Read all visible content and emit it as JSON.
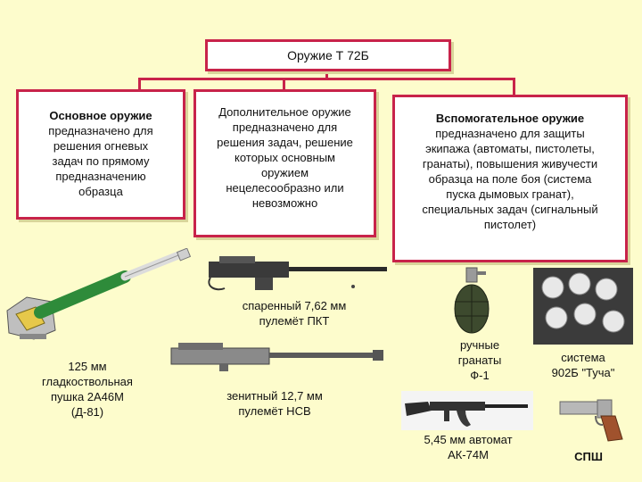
{
  "title": "Оружие Т 72Б",
  "main_weapon": {
    "heading": "Основное оружие",
    "desc": [
      "предназначено для",
      "решения огневых",
      "задач по прямому",
      "предназначению",
      "образца"
    ]
  },
  "additional_weapon": {
    "lines": [
      "Дополнительное оружие",
      "предназначено для",
      "решения задач, решение",
      "которых основным",
      "оружием",
      "нецелесообразно или",
      "невозможно"
    ]
  },
  "auxiliary_weapon": {
    "heading": "Вспомогательное оружие",
    "desc": [
      "предназначено для защиты",
      "экипажа (автоматы, пистолеты,",
      "гранаты), повышения живучести",
      "образца на поле боя (система",
      "пуска дымовых гранат),",
      "специальных задач (сигнальный",
      "пистолет)"
    ]
  },
  "items": {
    "gun": [
      "125 мм",
      "гладкоствольная",
      "пушка 2А46М",
      "(Д-81)"
    ],
    "pkt": [
      "спаренный 7,62 мм",
      "пулемёт ПКТ"
    ],
    "nsv": [
      "зенитный 12,7 мм",
      "пулемёт НСВ"
    ],
    "grenade": [
      "ручные",
      "гранаты",
      "Ф-1"
    ],
    "tucha": [
      "система",
      "902Б \"Туча\""
    ],
    "ak": [
      "5,45 мм автомат",
      "АК-74М"
    ],
    "spsh": [
      "СПШ"
    ]
  },
  "colors": {
    "background": "#fdfccc",
    "border": "#c8234a",
    "gun_barrel": "#2e8b3a"
  }
}
